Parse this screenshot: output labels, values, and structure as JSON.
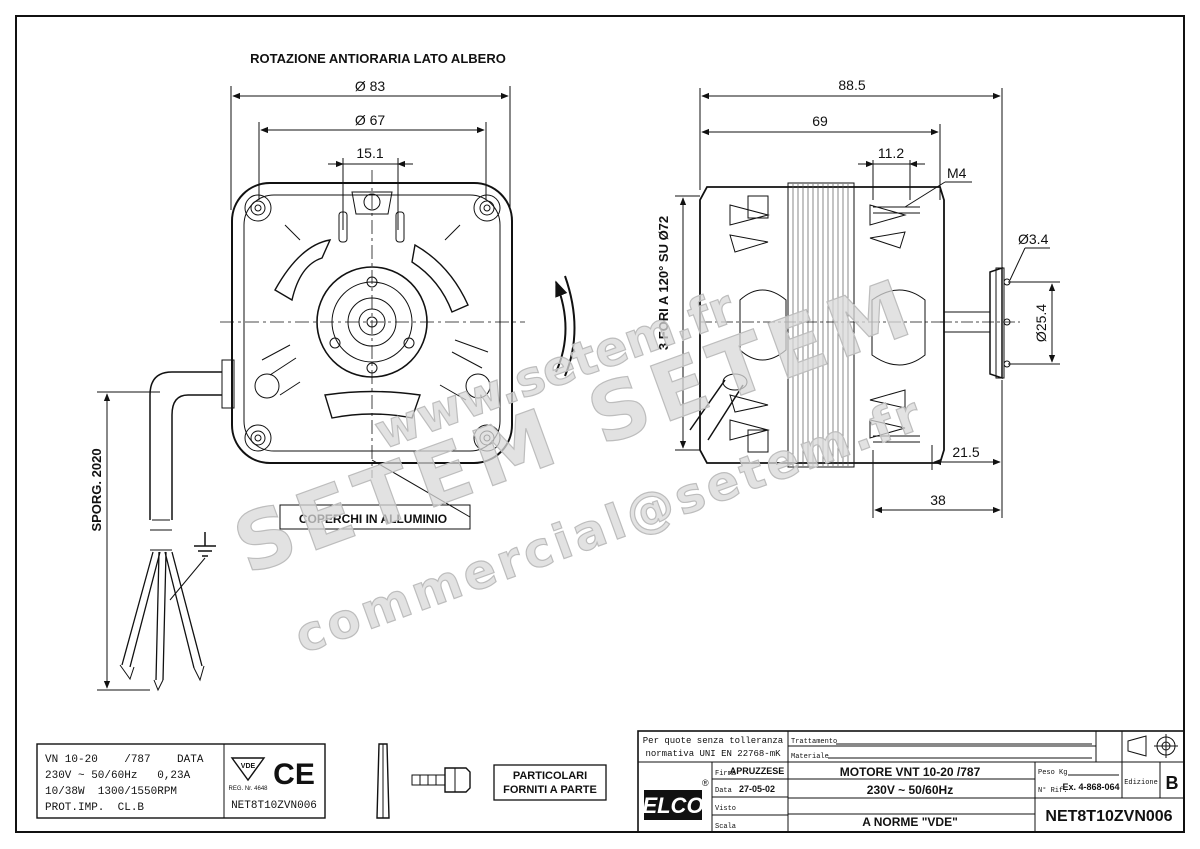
{
  "drawing": {
    "rotation_note": "ROTAZIONE ANTIORARIA LATO ALBERO",
    "dims": {
      "d83": "Ø 83",
      "d67": "Ø 67",
      "d151": "15.1",
      "d885": "88.5",
      "d69": "69",
      "d112": "11.2",
      "m4": "M4",
      "d34": "Ø3.4",
      "d254": "Ø25.4",
      "d215": "21.5",
      "d38": "38",
      "holes": "3 FORI A 120° SU Ø72",
      "cable": "SPORG. 2020"
    },
    "covers_note": "COPERCHI IN ALLUMINIO"
  },
  "watermark": {
    "line1": "www.setem.fr",
    "line2": "SETEM SETEM",
    "line3": "commercial@setem.fr"
  },
  "spec_box": {
    "line1": "VN 10-20    /787    DATA",
    "line2": "230V ~ 50/60Hz   0,23A",
    "line3": "10/38W  1300/1550RPM",
    "line4": "PROT.IMP.  CL.B",
    "vde_logo": "VDE",
    "ce_logo": "CE",
    "reg": "REG. Nr. 4648",
    "code": "NET8T10ZVN006"
  },
  "parts_label": {
    "line1": "PARTICOLARI",
    "line2": "FORNITI A PARTE"
  },
  "title_block": {
    "tolerance_1": "Per quote senza tolleranza",
    "tolerance_2": "normativa UNI EN 22768-mK",
    "trattamento": "Trattamento",
    "materiale": "Materiale",
    "brand": "ELCO",
    "registered": "®",
    "firma_label": "Firma",
    "firma_value": "APRUZZESE",
    "data_label": "Data",
    "data_value": "27-05-02",
    "visto_label": "Visto",
    "scala_label": "Scala",
    "title_1": "MOTORE VNT 10-20 /787",
    "title_2": "230V ~ 50/60Hz",
    "title_3": "A NORME \"VDE\"",
    "peso_label": "Peso Kg",
    "rif_label": "N° Rif.",
    "rif_value": "Ex. 4-868-064",
    "edizione_label": "Edizione",
    "edizione_value": "B",
    "code": "NET8T10ZVN006",
    "projection_icon": "projection-symbol"
  }
}
